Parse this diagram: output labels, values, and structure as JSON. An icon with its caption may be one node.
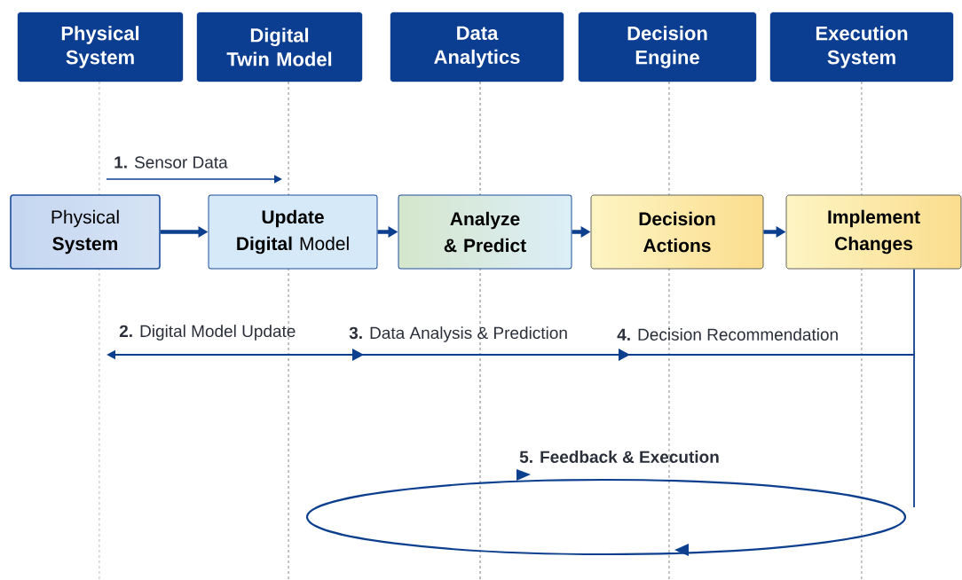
{
  "diagram": {
    "nodes": [
      {
        "text": [
          "Physical System"
        ]
      },
      {
        "text": [
          "Digital Twin Model"
        ]
      },
      {
        "text": [
          "Data Analytics"
        ]
      },
      {
        "text": [
          "Decision Engine"
        ]
      },
      {
        "text": [
          "Execution System"
        ]
      },
      {
        "text": [
          "Physical **System**"
        ]
      },
      {
        "text": [
          "**Update Digital** Model"
        ]
      },
      {
        "text": [
          "Analyze & Predict"
        ]
      },
      {
        "text": [
          "Decision Actions"
        ]
      },
      {
        "text": [
          "Implement Changes"
        ]
      }
    ],
    "edges": [
      {
        "from": 5,
        "to": 6,
        "arrow": "to"
      },
      {
        "from": 6,
        "to": 7,
        "arrow": "to"
      },
      {
        "from": 7,
        "to": 8,
        "arrow": "to"
      },
      {
        "from": 8,
        "to": 9,
        "arrow": "to"
      },
      {
        "from": 9,
        "to": null,
        "arrow": "none"
      }
    ],
    "labels": [
      "**1.** Sensor Data",
      "**2.** Digital Model Update",
      "**3.** Data Analysis & Prediction",
      "**4.** Decision Recommendation",
      "5. Feedback & Execution"
    ]
  }
}
